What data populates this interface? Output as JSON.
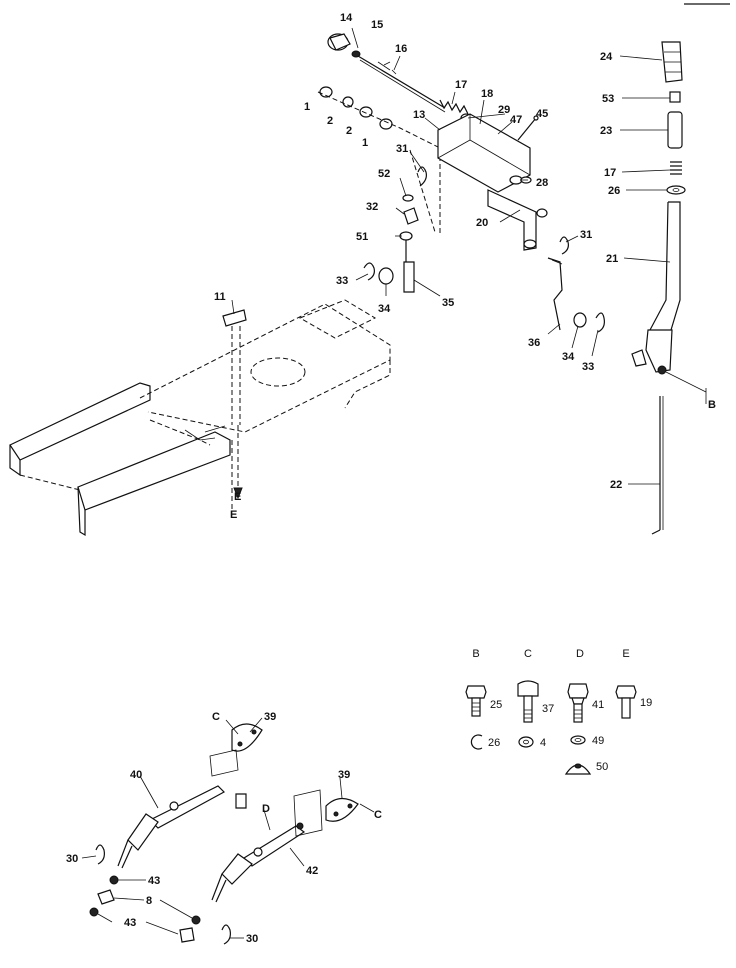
{
  "callouts": {
    "c14": "14",
    "c15": "15",
    "c16": "16",
    "c1a": "1",
    "c2a": "2",
    "c2b": "2",
    "c1b": "1",
    "c17a": "17",
    "c18": "18",
    "c29": "29",
    "c47": "47",
    "c45": "45",
    "c13": "13",
    "c28": "28",
    "c31a": "31",
    "c52": "52",
    "c32": "32",
    "c51": "51",
    "c20": "20",
    "c31b": "31",
    "c33a": "33",
    "c34a": "34",
    "c35": "35",
    "c36": "36",
    "c34b": "34",
    "c33b": "33",
    "c11": "11",
    "cE1": "E",
    "cE2": "E",
    "c24": "24",
    "c53": "53",
    "c23": "23",
    "c17b": "17",
    "c26a": "26",
    "c21": "21",
    "cB": "B",
    "c22": "22",
    "cC1": "C",
    "c39a": "39",
    "c40": "40",
    "cD1": "D",
    "c39b": "39",
    "cC2": "C",
    "c42": "42",
    "c30a": "30",
    "c43a": "43",
    "c8": "8",
    "c43b": "43",
    "c30b": "30"
  },
  "hardware_legend": {
    "headers": [
      "B",
      "C",
      "D",
      "E"
    ],
    "bolts": [
      "25",
      "37",
      "41",
      "19"
    ],
    "washers": [
      "26",
      "4",
      "49",
      "50"
    ]
  }
}
